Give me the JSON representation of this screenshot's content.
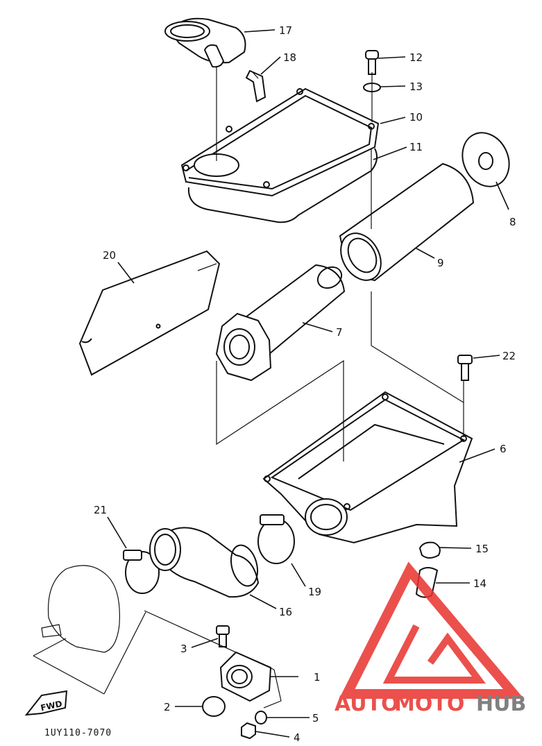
{
  "part_labels": {
    "p1": "1",
    "p2": "2",
    "p3": "3",
    "p4": "4",
    "p5": "5",
    "p6": "6",
    "p7": "7",
    "p8": "8",
    "p9": "9",
    "p10": "10",
    "p11": "11",
    "p12": "12",
    "p13": "13",
    "p14": "14",
    "p15": "15",
    "p16": "16",
    "p17": "17",
    "p18": "18",
    "p19": "19",
    "p20": "20",
    "p21": "21",
    "p22": "22"
  },
  "direction_marker": "FWD",
  "diagram_code": "1UY110-7070",
  "watermark": {
    "text_part1": "AUTO",
    "text_part2": "MOTO",
    "text_part3": "HUB",
    "colors": {
      "red": "#e8322d",
      "gray": "#6b6b6b"
    }
  }
}
